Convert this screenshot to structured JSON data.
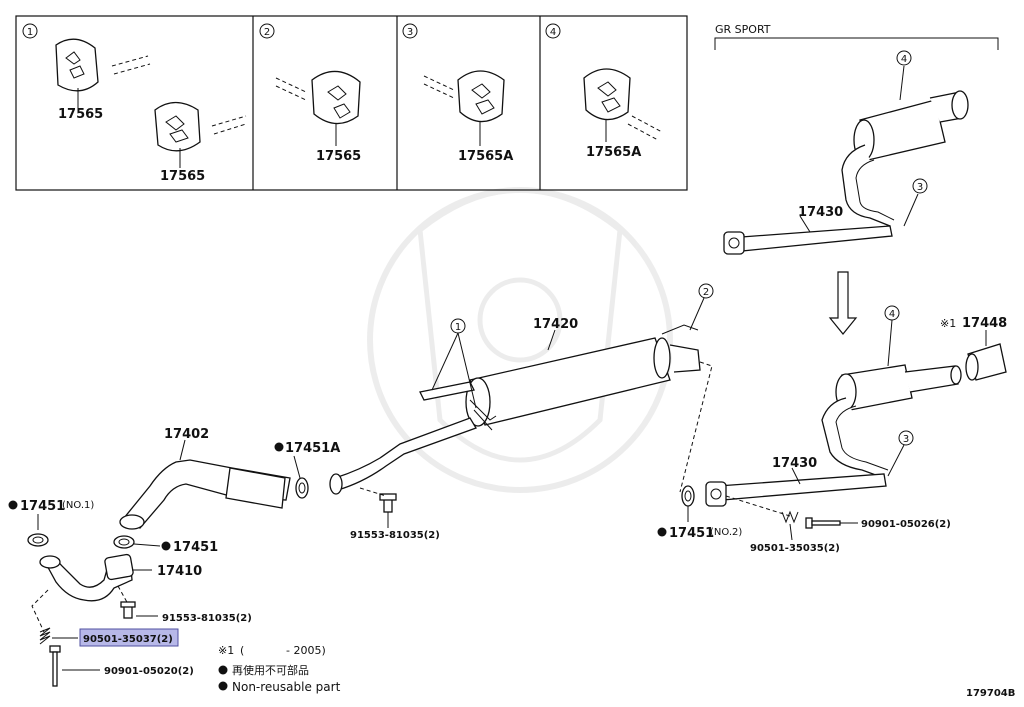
{
  "inset_panels": [
    {
      "num": "1",
      "labels": [
        "17565",
        "17565"
      ]
    },
    {
      "num": "2",
      "labels": [
        "17565"
      ]
    },
    {
      "num": "3",
      "labels": [
        "17565A"
      ]
    },
    {
      "num": "4",
      "labels": [
        "17565A"
      ]
    }
  ],
  "gr_sport": {
    "title": "GR SPORT",
    "part": "17430",
    "callouts": [
      "4",
      "3"
    ]
  },
  "main_parts": {
    "p17420": "17420",
    "p17402": "17402",
    "p17451A": "17451A",
    "p17451_no1": "17451",
    "p17451_no1_suffix": "(NO.1)",
    "p17451": "17451",
    "p17410": "17410",
    "p17430": "17430",
    "p17448": "17448",
    "p17448_mark": "※1",
    "p17451_no2": "17451",
    "p17451_no2_suffix": "(NO.2)",
    "callout1": "1",
    "callout2": "2",
    "callout3": "3",
    "callout4": "4"
  },
  "fasteners": {
    "f91553_a": "91553-81035(2)",
    "f91553_b": "91553-81035(2)",
    "f90501_35037": "90501-35037(2)",
    "f90901_05020": "90901-05020(2)",
    "f90901_05026": "90901-05026(2)",
    "f90501_35035": "90501-35035(2)"
  },
  "legend": {
    "note1_mark": "※1",
    "note1_open": "(",
    "note1_range": "- 2005)",
    "non_reusable_jp": "再使用不可部品",
    "non_reusable_en": "Non-reusable part"
  },
  "figure_id": "179704B"
}
